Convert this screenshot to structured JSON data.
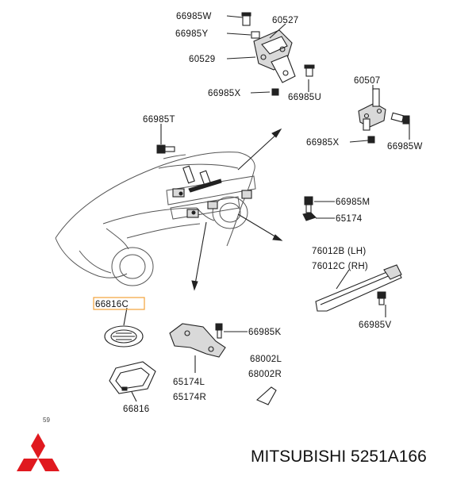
{
  "labels": {
    "p66985W_top": "66985W",
    "p60527": "60527",
    "p66985Y": "66985Y",
    "p60529": "60529",
    "p66985X_top": "66985X",
    "p66985U": "66985U",
    "p60507": "60507",
    "p66985T": "66985T",
    "p66985X_right": "66985X",
    "p66985W_right": "66985W",
    "p66985M": "66985M",
    "p65174": "65174",
    "p76012B": "76012B (LH)",
    "p76012C": "76012C (RH)",
    "p66816C": "66816C",
    "p66985V": "66985V",
    "p66985K": "66985K",
    "p68002L": "68002L",
    "p68002R": "68002R",
    "p65174L": "65174L",
    "p65174R": "65174R",
    "p66816": "66816",
    "small_mark": "59"
  },
  "highlight_color": "#f2a23a",
  "brand": {
    "logo": "mitsubishi-three-diamonds",
    "logo_color": "#e0191f",
    "caption": "MITSUBISHI 5251A166"
  }
}
